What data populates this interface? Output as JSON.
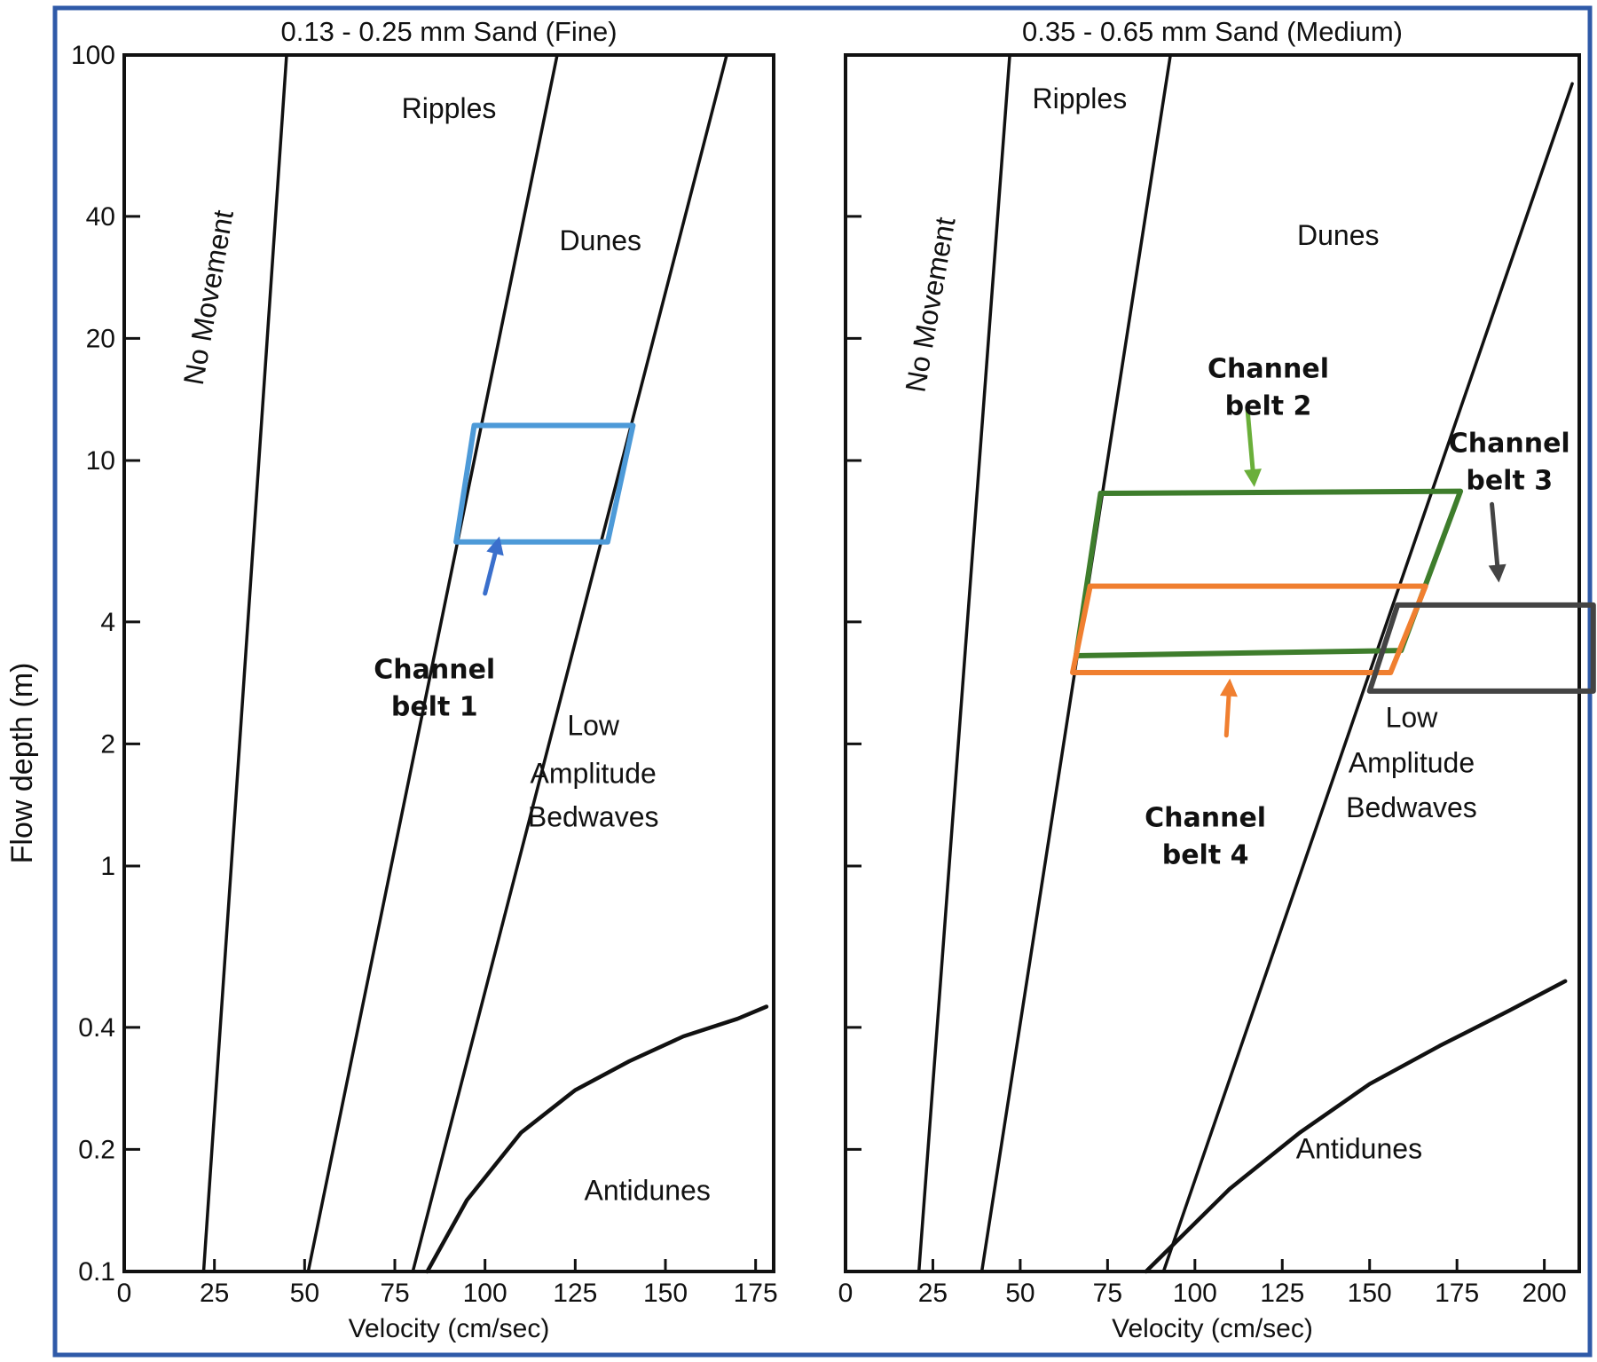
{
  "ylabel": "Flow depth (m)",
  "colors": {
    "frame": "#2f5aa8",
    "boundary": "#111111",
    "channel_belt_1": "#4d9ad8",
    "channel_belt_1_arrow": "#3a6fcc",
    "channel_belt_2": "#3e7d2c",
    "channel_belt_2_arrow": "#6aaf3a",
    "channel_belt_3": "#444444",
    "channel_belt_4": "#f07f30"
  },
  "chart_data": [
    {
      "type": "line",
      "title": "0.13 - 0.25 mm Sand (Fine)",
      "xlabel": "Velocity (cm/sec)",
      "ylabel": "Flow depth (m)",
      "xlim": [
        0,
        180
      ],
      "ylim": [
        0.1,
        100
      ],
      "y_scale": "log",
      "grid": false,
      "x_ticks": [
        0,
        25,
        50,
        75,
        100,
        125,
        150,
        175
      ],
      "y_ticks": [
        0.1,
        0.2,
        0.4,
        1,
        2,
        4,
        10,
        20,
        40,
        100
      ],
      "y_tick_labels": [
        "0.1",
        "0.2",
        "0.4",
        "1",
        "2",
        "4",
        "10",
        "20",
        "40",
        "100"
      ],
      "boundaries": [
        {
          "points": [
            [
              22,
              0.1
            ],
            [
              45,
              100
            ]
          ]
        },
        {
          "points": [
            [
              51,
              0.1
            ],
            [
              120,
              100
            ]
          ]
        },
        {
          "points": [
            [
              80,
              0.1
            ],
            [
              167,
              100
            ]
          ]
        },
        {
          "points": [
            [
              84,
              0.1
            ],
            [
              95,
              0.15
            ],
            [
              110,
              0.22
            ],
            [
              125,
              0.28
            ],
            [
              140,
              0.33
            ],
            [
              155,
              0.38
            ],
            [
              170,
              0.42
            ],
            [
              178,
              0.45
            ]
          ]
        }
      ],
      "regions": [
        {
          "label": "No Movement",
          "x": 26,
          "y": 25,
          "rotate": -80
        },
        {
          "label": "Ripples",
          "x": 90,
          "y": 70
        },
        {
          "label": "Dunes",
          "x": 132,
          "y": 33
        },
        {
          "label": "Low",
          "x": 130,
          "y": 2.1
        },
        {
          "label": "Amplitude",
          "x": 130,
          "y": 1.6
        },
        {
          "label": "Bedwaves",
          "x": 130,
          "y": 1.25
        },
        {
          "label": "Antidunes",
          "x": 145,
          "y": 0.15
        }
      ],
      "channel_belts": [
        {
          "id": "channel_belt_1",
          "label_lines": [
            "Channel",
            "belt 1"
          ],
          "depth_range": [
            6.3,
            12.2
          ],
          "polygon": [
            [
              97,
              12.2
            ],
            [
              141,
              12.2
            ],
            [
              134,
              6.3
            ],
            [
              92,
              6.3
            ]
          ],
          "label_at": [
            86,
            2.9
          ],
          "arrow": [
            [
              100,
              4.7
            ],
            [
              104,
              6.5
            ]
          ]
        }
      ]
    },
    {
      "type": "line",
      "title": "0.35 - 0.65 mm Sand (Medium)",
      "xlabel": "Velocity (cm/sec)",
      "ylabel": "",
      "xlim": [
        0,
        210
      ],
      "ylim": [
        0.1,
        100
      ],
      "y_scale": "log",
      "grid": false,
      "x_ticks": [
        0,
        25,
        50,
        75,
        100,
        125,
        150,
        175,
        200
      ],
      "y_ticks": [
        0.1,
        0.2,
        0.4,
        1,
        2,
        4,
        10,
        20,
        40,
        100
      ],
      "y_tick_labels": [
        "",
        "",
        "",
        "",
        "",
        "",
        "",
        "",
        "",
        ""
      ],
      "boundaries": [
        {
          "points": [
            [
              21,
              0.1
            ],
            [
              47,
              100
            ]
          ]
        },
        {
          "points": [
            [
              39,
              0.1
            ],
            [
              93,
              100
            ]
          ]
        },
        {
          "points": [
            [
              91,
              0.1
            ],
            [
              208,
              85
            ]
          ]
        },
        {
          "points": [
            [
              86,
              0.1
            ],
            [
              110,
              0.16
            ],
            [
              130,
              0.22
            ],
            [
              150,
              0.29
            ],
            [
              170,
              0.36
            ],
            [
              190,
              0.44
            ],
            [
              206,
              0.52
            ]
          ]
        }
      ],
      "regions": [
        {
          "label": "No Movement",
          "x": 27,
          "y": 24,
          "rotate": -80
        },
        {
          "label": "Ripples",
          "x": 67,
          "y": 74
        },
        {
          "label": "Dunes",
          "x": 141,
          "y": 34
        },
        {
          "label": "Low",
          "x": 162,
          "y": 2.2
        },
        {
          "label": "Amplitude",
          "x": 162,
          "y": 1.7
        },
        {
          "label": "Bedwaves",
          "x": 162,
          "y": 1.32
        },
        {
          "label": "Antidunes",
          "x": 147,
          "y": 0.19
        }
      ],
      "channel_belts": [
        {
          "id": "channel_belt_2",
          "label_lines": [
            "Channel",
            "belt 2"
          ],
          "depth_range": [
            3.3,
            8.4
          ],
          "polygon": [
            [
              73,
              8.3
            ],
            [
              176,
              8.4
            ],
            [
              159,
              3.4
            ],
            [
              66,
              3.3
            ]
          ],
          "label_at": [
            121,
            16
          ],
          "arrow": [
            [
              115,
              13.5
            ],
            [
              117,
              8.6
            ]
          ]
        },
        {
          "id": "channel_belt_4",
          "label_lines": [
            "Channel",
            "belt 4"
          ],
          "depth_range": [
            3.0,
            4.9
          ],
          "polygon": [
            [
              70,
              4.9
            ],
            [
              166,
              4.9
            ],
            [
              156,
              3.0
            ],
            [
              65,
              3.0
            ]
          ],
          "label_at": [
            103,
            1.25
          ],
          "arrow": [
            [
              109,
              2.1
            ],
            [
              110,
              2.9
            ]
          ]
        },
        {
          "id": "channel_belt_3",
          "label_lines": [
            "Channel",
            "belt 3"
          ],
          "depth_range": [
            2.7,
            4.4
          ],
          "polygon": [
            [
              158,
              4.4
            ],
            [
              214,
              4.4
            ],
            [
              214,
              2.7
            ],
            [
              150,
              2.7
            ]
          ],
          "label_at": [
            190,
            10.5
          ],
          "arrow": [
            [
              185,
              7.8
            ],
            [
              187,
              5.0
            ]
          ]
        }
      ]
    }
  ]
}
